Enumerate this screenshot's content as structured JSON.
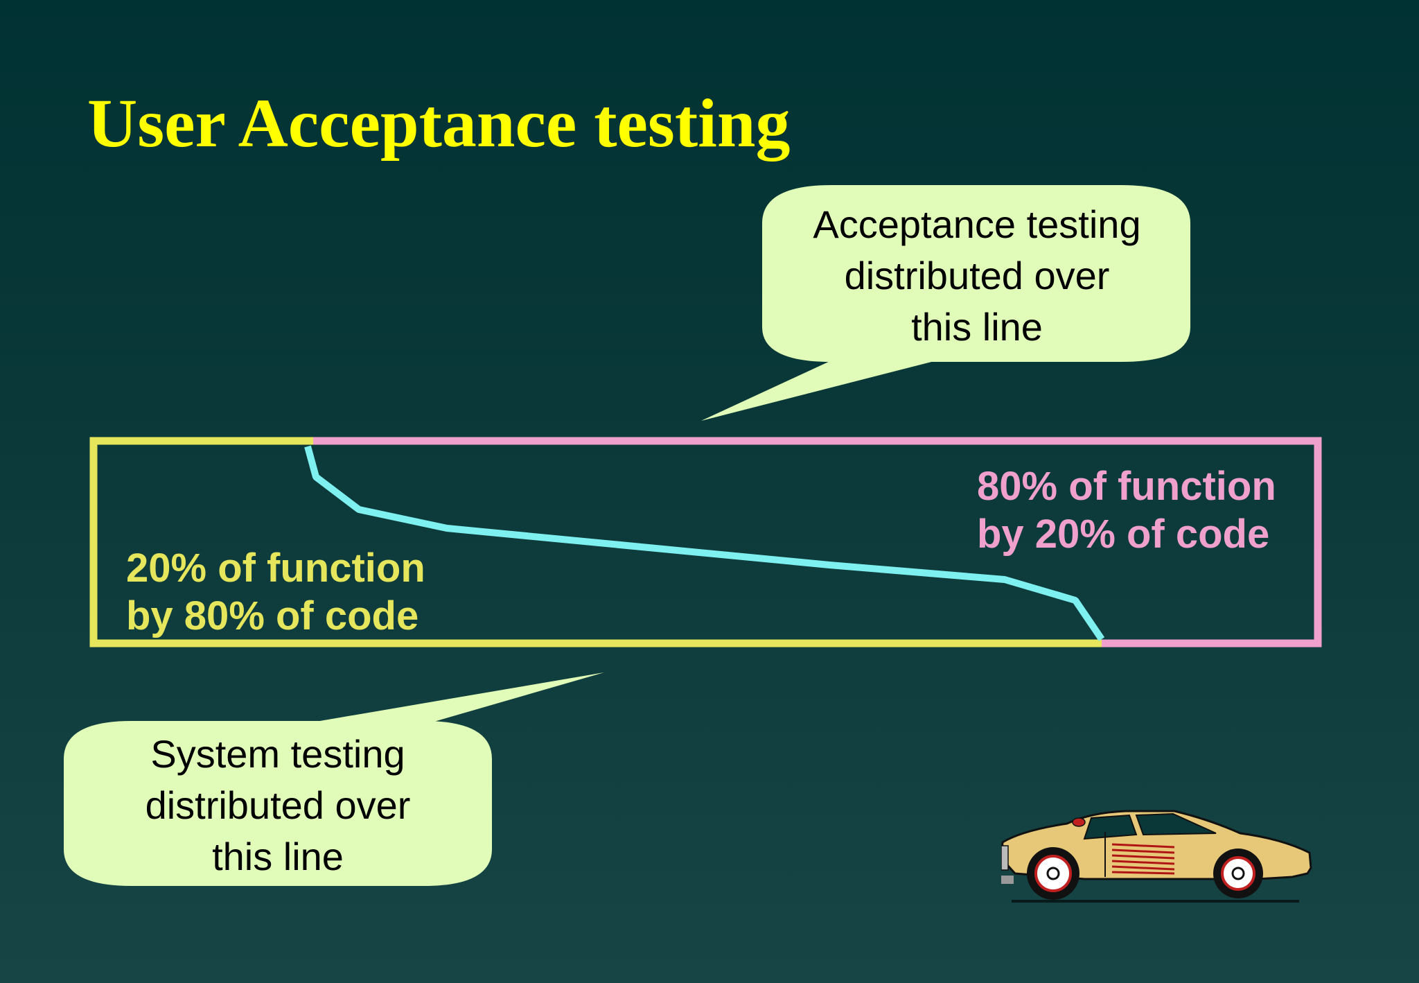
{
  "slide": {
    "title": "User Acceptance testing",
    "left_label": [
      "20% of function",
      "by 80% of code"
    ],
    "right_label": [
      "80% of function",
      "by 20% of code"
    ],
    "callout_acceptance": [
      "Acceptance testing",
      "distributed over",
      "this line"
    ],
    "callout_system": [
      "System testing",
      "distributed over",
      "this line"
    ]
  },
  "colors": {
    "background": "#013233",
    "title": "#ffff00",
    "system_line": "#e6e65c",
    "acceptance_line": "#f0a0cc",
    "divider_line": "#7ff0f0",
    "callout_fill": "#e0fcb8"
  },
  "icons": {
    "car": "sports-car-icon"
  }
}
